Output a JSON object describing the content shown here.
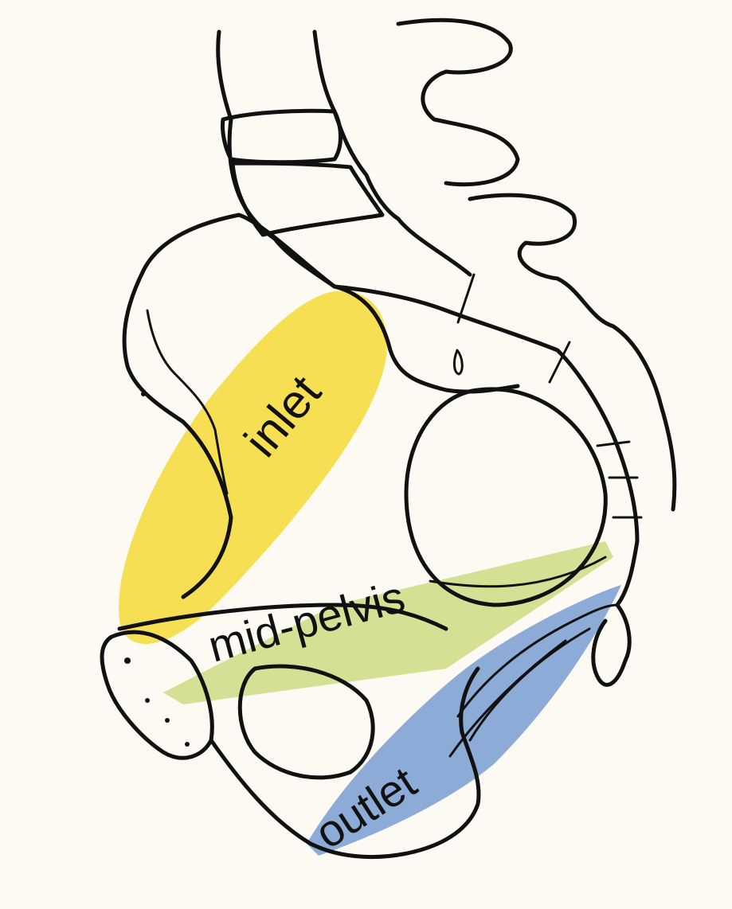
{
  "labels": {
    "inlet": "inlet",
    "midpelvis": "mid-pelvis",
    "outlet": "outlet"
  },
  "colors": {
    "background": "#fdfaf4",
    "inlet": "#f6dc45",
    "midpelvis": "#cfdb83",
    "outlet": "#7fa3d4",
    "line": "#111111"
  }
}
